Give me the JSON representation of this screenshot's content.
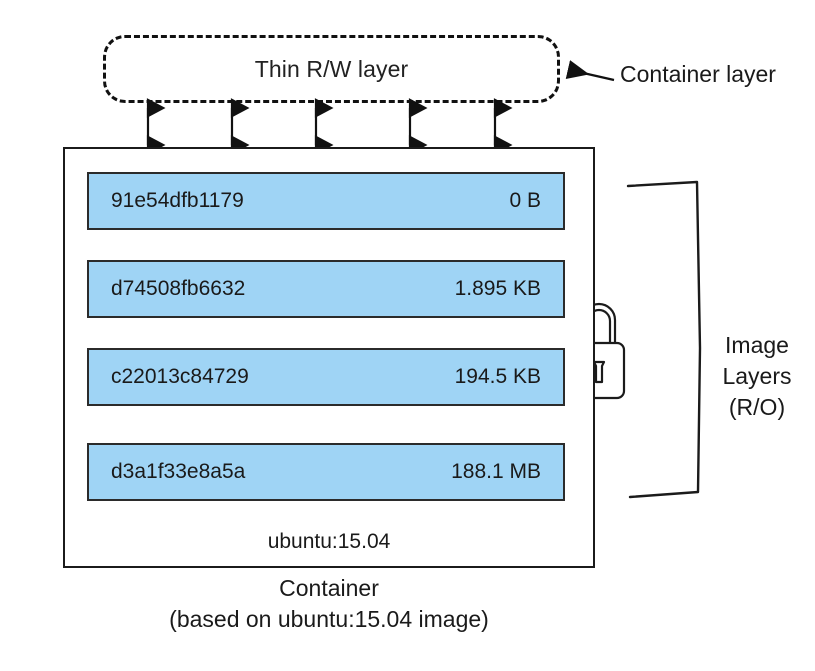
{
  "diagram": {
    "title": "Docker container and image layers",
    "colors": {
      "layer_fill": "#9fd4f5",
      "stroke": "#1b1b1b",
      "background": "#ffffff",
      "text": "#1a1a1a"
    }
  },
  "container_layer": {
    "label": "Thin R/W layer",
    "annotation": "Container layer",
    "style": "dashed"
  },
  "image_layers": {
    "annotation_lines": [
      "Image",
      "Layers",
      "(R/O)"
    ],
    "lock_icon": "lock-icon",
    "rows": [
      {
        "id": "91e54dfb1179",
        "size": "0 B"
      },
      {
        "id": "d74508fb6632",
        "size": "1.895 KB"
      },
      {
        "id": "c22013c84729",
        "size": "194.5 KB"
      },
      {
        "id": "d3a1f33e8a5a",
        "size": "188.1 MB"
      }
    ]
  },
  "container": {
    "image_tag": "ubuntu:15.04",
    "caption_line1": "Container",
    "caption_line2": "(based on ubuntu:15.04 image)"
  },
  "connectors": {
    "count": 5,
    "style": "double-headed-arrow"
  }
}
